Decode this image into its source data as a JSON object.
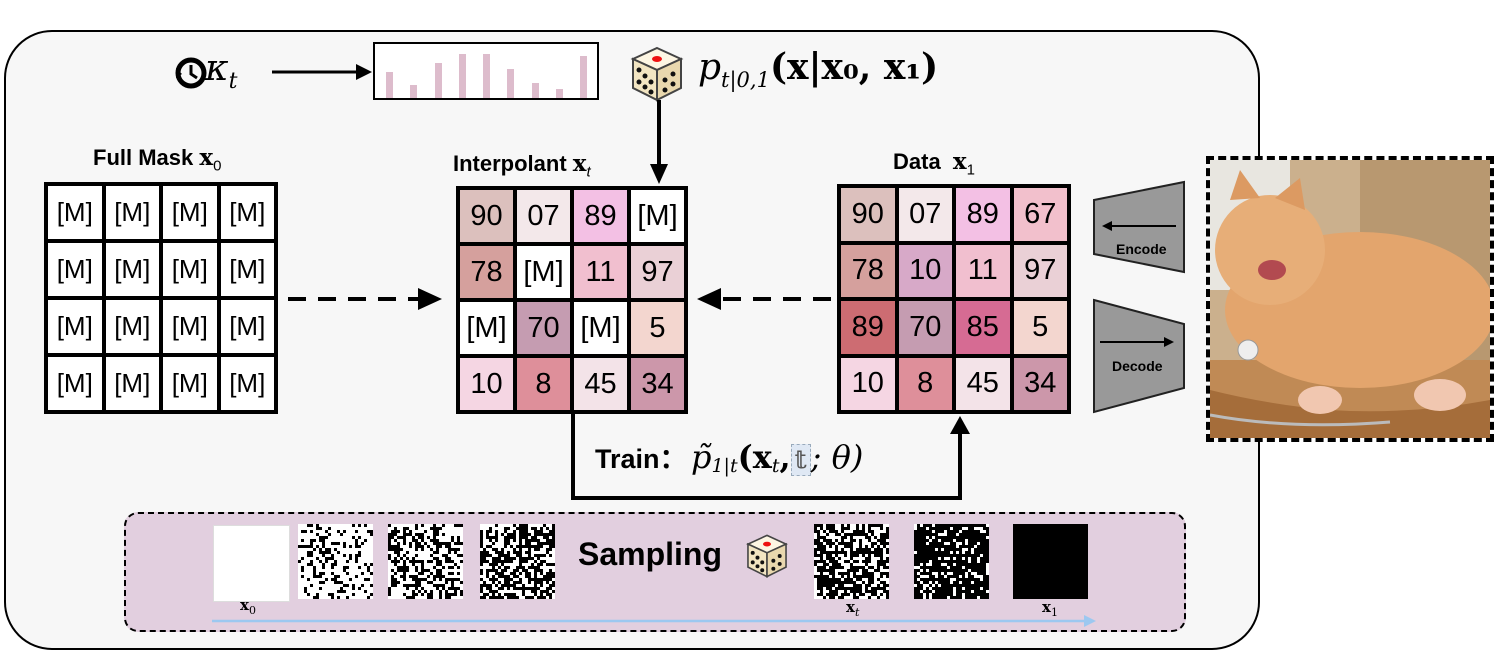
{
  "kappa_label": "κ",
  "kappa_sub": "t",
  "prob_label": "p",
  "prob_sub": "t|0,1",
  "prob_args": "(x|x₀, x₁)",
  "full_mask": {
    "title": "Full Mask",
    "var": "x",
    "sub": "0",
    "cells": [
      "[M]",
      "[M]",
      "[M]",
      "[M]",
      "[M]",
      "[M]",
      "[M]",
      "[M]",
      "[M]",
      "[M]",
      "[M]",
      "[M]",
      "[M]",
      "[M]",
      "[M]",
      "[M]"
    ]
  },
  "interpolant": {
    "title": "Interpolant",
    "var": "x",
    "sub": "t",
    "cells": [
      "90",
      "07",
      "89",
      "[M]",
      "78",
      "[M]",
      "11",
      "97",
      "[M]",
      "70",
      "[M]",
      "5",
      "10",
      "8",
      "45",
      "34"
    ],
    "colors": [
      "#dcc0bd",
      "#f3e8ea",
      "#f3c0e4",
      "#ffffff",
      "#d5a09d",
      "#ffffff",
      "#f1bfcf",
      "#ead0d6",
      "#ffffff",
      "#c59cb1",
      "#ffffff",
      "#f3d6cf",
      "#f5d6e3",
      "#de8f9a",
      "#f3e3e8",
      "#cc97aa"
    ]
  },
  "data": {
    "title": "Data",
    "var": "x",
    "sub": "1",
    "cells": [
      "90",
      "07",
      "89",
      "67",
      "78",
      "10",
      "11",
      "97",
      "89",
      "70",
      "85",
      "5",
      "10",
      "8",
      "45",
      "34"
    ],
    "colors": [
      "#dcc0bd",
      "#f3e8ea",
      "#f3c0e4",
      "#f2c0cc",
      "#d5a09d",
      "#d7a9c8",
      "#f1bfcf",
      "#ead0d6",
      "#cd6c72",
      "#c59cb1",
      "#d66b93",
      "#f3d6cf",
      "#f5d6e3",
      "#de8f9a",
      "#f3e3e8",
      "#cc97aa"
    ]
  },
  "train": {
    "label": "Train：",
    "expr_p": "p̃",
    "expr_sub": "1|t",
    "expr_args_a": "(x",
    "expr_args_sub": "t",
    "expr_args_b": ",",
    "expr_t": "𝕥",
    "expr_args_c": "; θ)"
  },
  "encode_label": "Encode",
  "decode_label": "Decode",
  "sampling": {
    "label": "Sampling",
    "x0": "x",
    "x0_sub": "0",
    "xt": "x",
    "xt_sub": "t",
    "x1": "x",
    "x1_sub": "1"
  },
  "histogram_values": [
    0.55,
    0.28,
    0.72,
    0.92,
    0.92,
    0.6,
    0.32,
    0.18,
    0.88
  ],
  "colors": {
    "hist_bar": "#ddbccc",
    "sampling_bg": "#e2cfdf",
    "timeline": "#9cc8f0",
    "dice_dot": "#e11"
  }
}
